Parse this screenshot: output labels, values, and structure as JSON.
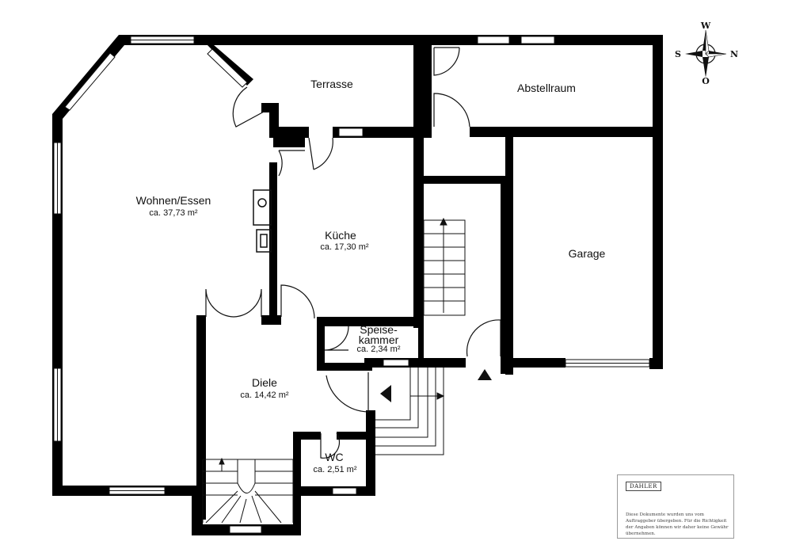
{
  "rooms": {
    "wohnen": {
      "name": "Wohnen/Essen",
      "area": "ca. 37,73 m²"
    },
    "terrasse": {
      "name": "Terrasse"
    },
    "abstellraum": {
      "name": "Abstellraum"
    },
    "kueche": {
      "name": "Küche",
      "area": "ca. 17,30 m²"
    },
    "garage": {
      "name": "Garage"
    },
    "speise_1": {
      "name": "Speise-"
    },
    "speise_2": {
      "name": "kammer"
    },
    "speise_area": {
      "area": "ca. 2,34 m²"
    },
    "diele": {
      "name": "Diele",
      "area": "ca. 14,42 m²"
    },
    "wc": {
      "name": "WC",
      "area": "ca. 2,51 m²"
    }
  },
  "compass": {
    "top": "W",
    "right": "N",
    "bottom": "O",
    "left": "S"
  },
  "notice": {
    "brand": "DAHLER",
    "text": "Diese Dokumente wurden uns vom Auftraggeber übergeben. Für die Richtigkeit der Angaben können wir daher keine Gewähr übernehmen."
  },
  "colors": {
    "wall": "#000000",
    "window": "#ffffff",
    "line": "#111111"
  }
}
